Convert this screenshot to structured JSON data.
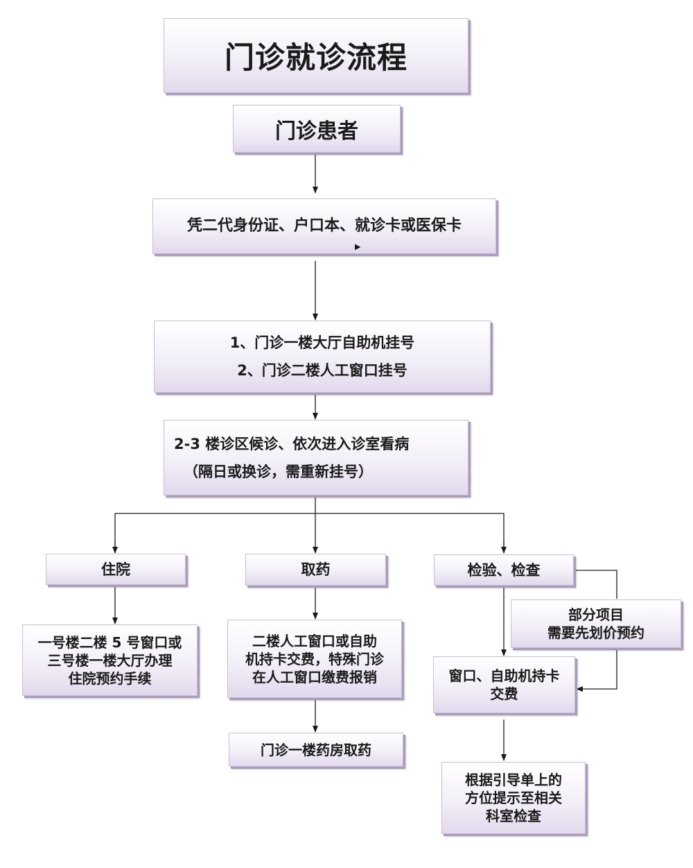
{
  "title": "门诊就诊流程",
  "nodes": {
    "patient": "门诊患者",
    "documents": "凭二代身份证、户口本、就诊卡或医保卡",
    "registration": [
      "1、门诊一楼大厅自助机挂号",
      "2、门诊二楼人工窗口挂号"
    ],
    "waiting": [
      "2-3 楼诊区候诊、依次进入诊室看病",
      "（隔日或换诊，需重新挂号）"
    ],
    "inpatient": "住院",
    "inpatient_detail": [
      "一号楼二楼 5 号窗口或",
      "三号楼一楼大厅办理",
      "住院预约手续"
    ],
    "medicine": "取药",
    "medicine_payment": [
      "二楼人工窗口或自助",
      "机持卡交费，特殊门诊",
      "在人工窗口缴费报销"
    ],
    "pharmacy": "门诊一楼药房取药",
    "exam": "检验、检查",
    "some_items": [
      "部分项目",
      "需要先划价预约"
    ],
    "exam_payment": [
      "窗口、自助机持卡",
      "交费"
    ],
    "exam_guide": [
      "根据引导单上的",
      "方位提示至相关",
      "科室检查"
    ]
  },
  "colors": {
    "box_top": "#ffffff",
    "box_bottom": "#e2d9ec",
    "box_shadow": "#a99cbb",
    "arrow": "#1a1a1a"
  }
}
